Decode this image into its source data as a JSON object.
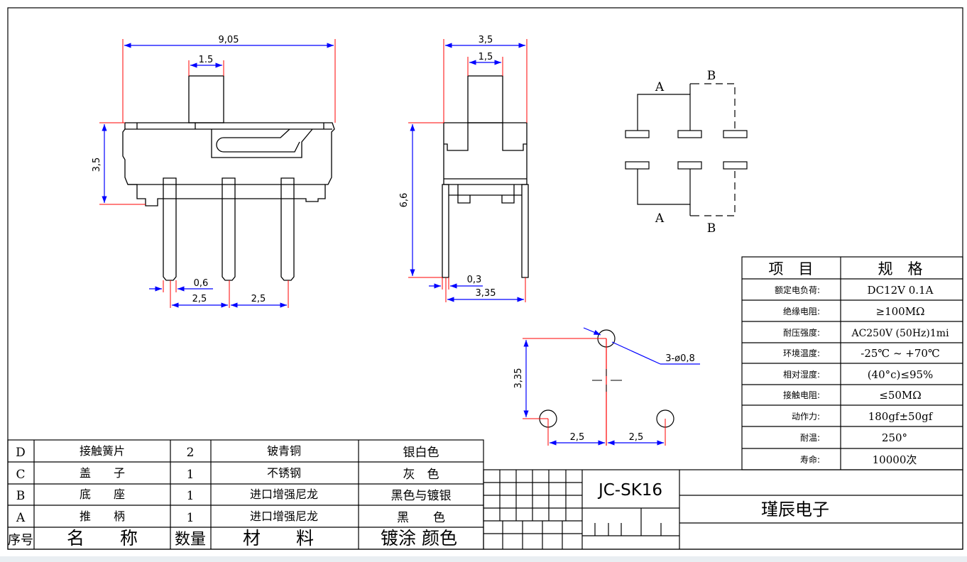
{
  "drawing": {
    "model": "JC-SK16",
    "company": "瑾辰电子"
  },
  "front_view": {
    "dims": {
      "overall_width": "9,05",
      "actuator_width": "1.5",
      "body_height": "3,5",
      "pin_width": "0,6",
      "pitch_left": "2,5",
      "pitch_right": "2,5"
    }
  },
  "side_view": {
    "dims": {
      "overall_width": "3,5",
      "actuator_width": "1,5",
      "overall_height": "6,6",
      "pin_thickness": "0,3",
      "pin_span": "3,35"
    }
  },
  "schematic": {
    "labels": {
      "top_left": "A",
      "top_right": "B",
      "bottom_left": "A",
      "bottom_right": "B"
    }
  },
  "footprint": {
    "dims": {
      "holes": "3-ø0,8",
      "height": "3,35",
      "pitch_left": "2,5",
      "pitch_right": "2,5"
    }
  },
  "spec_table": {
    "header": [
      "项　目",
      "规　格"
    ],
    "rows": [
      [
        "额定电负荷:",
        "DC12V 0.1A"
      ],
      [
        "绝缘电阻:",
        "≥100MΩ"
      ],
      [
        "耐压强度:",
        "AC250V (50Hz)1mi"
      ],
      [
        "环境温度:",
        "-25℃ ~ +70℃"
      ],
      [
        "相对湿度:",
        "(40°c)≤95%"
      ],
      [
        "接触电阻:",
        "≤50MΩ"
      ],
      [
        "动作力:",
        "180gf±50gf"
      ],
      [
        "耐温:",
        "250°"
      ],
      [
        "寿命:",
        "10000次"
      ]
    ]
  },
  "bom_table": {
    "rows": [
      [
        "D",
        "接触簧片",
        "2",
        "铍青铜",
        "银白色"
      ],
      [
        "C",
        "盖　　子",
        "1",
        "不锈钢",
        "灰　色"
      ],
      [
        "B",
        "底　　座",
        "1",
        "进口增强尼龙",
        "黑色与镀银"
      ],
      [
        "A",
        "推　　柄",
        "1",
        "进口增强尼龙",
        "黑　　色"
      ]
    ],
    "header": [
      "序号",
      "名　　称",
      "数量",
      "材　　料",
      "镀涂 颜色"
    ]
  },
  "colors": {
    "outline": "#000000",
    "dimension": "#0000ff",
    "extension": "#ff0000"
  }
}
